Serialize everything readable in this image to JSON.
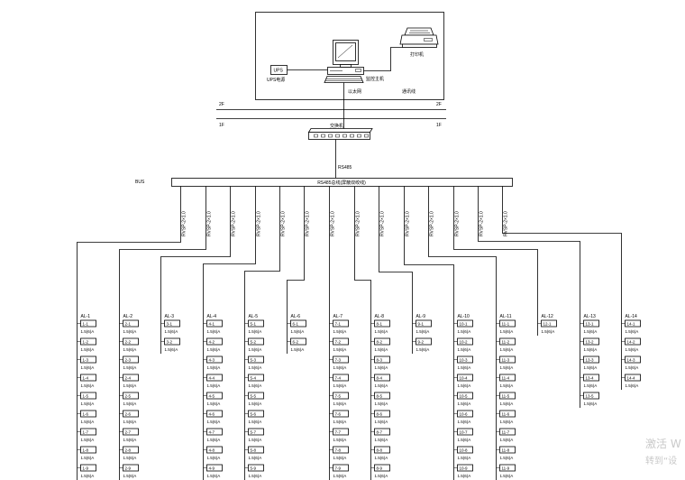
{
  "station": {
    "ups_label": "UPS",
    "ups_caption": "UPS电源",
    "pc_caption": "监控主机",
    "printer_caption": "打印机",
    "link_label": "以太网",
    "link_label_2": "通讯线"
  },
  "floors": {
    "left_upper": "2F",
    "left_lower": "1F",
    "right_upper": "2F",
    "right_lower": "1F"
  },
  "switch": {
    "label": "交换机"
  },
  "uplink": {
    "label": "RS485"
  },
  "bus": {
    "label": "RS485总线(屏蔽双绞线)",
    "side_label": "BUS"
  },
  "branches": [
    {
      "cable": "RVSP-2×1.0",
      "header": "AL-1",
      "meters": [
        {
          "id": "1-1",
          "spec": "1.5(6)A"
        },
        {
          "id": "1-2",
          "spec": "1.5(6)A"
        },
        {
          "id": "1-3",
          "spec": "1.5(6)A"
        },
        {
          "id": "1-4",
          "spec": "1.5(6)A"
        },
        {
          "id": "1-5",
          "spec": "1.5(6)A"
        },
        {
          "id": "1-6",
          "spec": "1.5(6)A"
        },
        {
          "id": "1-7",
          "spec": "1.5(6)A"
        },
        {
          "id": "1-8",
          "spec": "1.5(6)A"
        },
        {
          "id": "1-9",
          "spec": "1.5(6)A"
        }
      ]
    },
    {
      "cable": "RVSP-2×1.0",
      "header": "AL-2",
      "meters": [
        {
          "id": "2-1",
          "spec": "1.5(6)A"
        },
        {
          "id": "2-2",
          "spec": "1.5(6)A"
        },
        {
          "id": "2-3",
          "spec": "1.5(6)A"
        },
        {
          "id": "2-4",
          "spec": "1.5(6)A"
        },
        {
          "id": "2-5",
          "spec": "1.5(6)A"
        },
        {
          "id": "2-6",
          "spec": "1.5(6)A"
        },
        {
          "id": "2-7",
          "spec": "1.5(6)A"
        },
        {
          "id": "2-8",
          "spec": "1.5(6)A"
        },
        {
          "id": "2-9",
          "spec": "1.5(6)A"
        }
      ]
    },
    {
      "cable": "RVSP-2×1.0",
      "header": "AL-3",
      "meters": [
        {
          "id": "3-1",
          "spec": "1.5(6)A"
        },
        {
          "id": "3-2",
          "spec": "1.5(6)A"
        }
      ]
    },
    {
      "cable": "RVSP-2×1.0",
      "header": "AL-4",
      "meters": [
        {
          "id": "4-1",
          "spec": "1.5(6)A"
        },
        {
          "id": "4-2",
          "spec": "1.5(6)A"
        },
        {
          "id": "4-3",
          "spec": "1.5(6)A"
        },
        {
          "id": "4-4",
          "spec": "1.5(6)A"
        },
        {
          "id": "4-5",
          "spec": "1.5(6)A"
        },
        {
          "id": "4-6",
          "spec": "1.5(6)A"
        },
        {
          "id": "4-7",
          "spec": "1.5(6)A"
        },
        {
          "id": "4-8",
          "spec": "1.5(6)A"
        },
        {
          "id": "4-9",
          "spec": "1.5(6)A"
        }
      ]
    },
    {
      "cable": "RVSP-2×1.0",
      "header": "AL-5",
      "meters": [
        {
          "id": "5-1",
          "spec": "1.5(6)A"
        },
        {
          "id": "5-2",
          "spec": "1.5(6)A"
        },
        {
          "id": "5-3",
          "spec": "1.5(6)A"
        },
        {
          "id": "5-4",
          "spec": "1.5(6)A"
        },
        {
          "id": "5-5",
          "spec": "1.5(6)A"
        },
        {
          "id": "5-6",
          "spec": "1.5(6)A"
        },
        {
          "id": "5-7",
          "spec": "1.5(6)A"
        },
        {
          "id": "5-8",
          "spec": "1.5(6)A"
        },
        {
          "id": "5-9",
          "spec": "1.5(6)A"
        }
      ]
    },
    {
      "cable": "RVSP-2×1.0",
      "header": "AL-6",
      "meters": [
        {
          "id": "6-1",
          "spec": "1.5(6)A"
        },
        {
          "id": "6-2",
          "spec": "1.5(6)A"
        }
      ]
    },
    {
      "cable": "RVSP-2×1.0",
      "header": "AL-7",
      "meters": [
        {
          "id": "7-1",
          "spec": "1.5(6)A"
        },
        {
          "id": "7-2",
          "spec": "1.5(6)A"
        },
        {
          "id": "7-3",
          "spec": "1.5(6)A"
        },
        {
          "id": "7-4",
          "spec": "1.5(6)A"
        },
        {
          "id": "7-5",
          "spec": "1.5(6)A"
        },
        {
          "id": "7-6",
          "spec": "1.5(6)A"
        },
        {
          "id": "7-7",
          "spec": "1.5(6)A"
        },
        {
          "id": "7-8",
          "spec": "1.5(6)A"
        },
        {
          "id": "7-9",
          "spec": "1.5(6)A"
        }
      ]
    },
    {
      "cable": "RVSP-2×1.0",
      "header": "AL-8",
      "meters": [
        {
          "id": "8-1",
          "spec": "1.5(6)A"
        },
        {
          "id": "8-2",
          "spec": "1.5(6)A"
        },
        {
          "id": "8-3",
          "spec": "1.5(6)A"
        },
        {
          "id": "8-4",
          "spec": "1.5(6)A"
        },
        {
          "id": "8-5",
          "spec": "1.5(6)A"
        },
        {
          "id": "8-6",
          "spec": "1.5(6)A"
        },
        {
          "id": "8-7",
          "spec": "1.5(6)A"
        },
        {
          "id": "8-8",
          "spec": "1.5(6)A"
        },
        {
          "id": "8-9",
          "spec": "1.5(6)A"
        }
      ]
    },
    {
      "cable": "RVSP-2×1.0",
      "header": "AL-9",
      "meters": [
        {
          "id": "9-1",
          "spec": "1.5(6)A"
        },
        {
          "id": "9-2",
          "spec": "1.5(6)A"
        }
      ]
    },
    {
      "cable": "RVSP-2×1.0",
      "header": "AL-10",
      "meters": [
        {
          "id": "10-1",
          "spec": "1.5(6)A"
        },
        {
          "id": "10-2",
          "spec": "1.5(6)A"
        },
        {
          "id": "10-3",
          "spec": "1.5(6)A"
        },
        {
          "id": "10-4",
          "spec": "1.5(6)A"
        },
        {
          "id": "10-5",
          "spec": "1.5(6)A"
        },
        {
          "id": "10-6",
          "spec": "1.5(6)A"
        },
        {
          "id": "10-7",
          "spec": "1.5(6)A"
        },
        {
          "id": "10-8",
          "spec": "1.5(6)A"
        },
        {
          "id": "10-9",
          "spec": "1.5(6)A"
        }
      ]
    },
    {
      "cable": "RVSP-2×1.0",
      "header": "AL-11",
      "meters": [
        {
          "id": "11-1",
          "spec": "1.5(6)A"
        },
        {
          "id": "11-2",
          "spec": "1.5(6)A"
        },
        {
          "id": "11-3",
          "spec": "1.5(6)A"
        },
        {
          "id": "11-4",
          "spec": "1.5(6)A"
        },
        {
          "id": "11-5",
          "spec": "1.5(6)A"
        },
        {
          "id": "11-6",
          "spec": "1.5(6)A"
        },
        {
          "id": "11-7",
          "spec": "1.5(6)A"
        },
        {
          "id": "11-8",
          "spec": "1.5(6)A"
        },
        {
          "id": "11-9",
          "spec": "1.5(6)A"
        }
      ]
    },
    {
      "cable": "RVSP-2×1.0",
      "header": "AL-12",
      "meters": [
        {
          "id": "12-1",
          "spec": "1.5(6)A"
        }
      ]
    },
    {
      "cable": "RVSP-2×1.0",
      "header": "AL-13",
      "meters": [
        {
          "id": "13-1",
          "spec": "1.5(6)A"
        },
        {
          "id": "13-2",
          "spec": "1.5(6)A"
        },
        {
          "id": "13-3",
          "spec": "1.5(6)A"
        },
        {
          "id": "13-4",
          "spec": "1.5(6)A"
        },
        {
          "id": "13-5",
          "spec": "1.5(6)A"
        }
      ]
    },
    {
      "cable": "RVSP-2×1.0",
      "header": "AL-14",
      "meters": [
        {
          "id": "14-1",
          "spec": "1.5(6)A"
        },
        {
          "id": "14-2",
          "spec": "1.5(6)A"
        },
        {
          "id": "14-3",
          "spec": "1.5(6)A"
        },
        {
          "id": "14-4",
          "spec": "1.5(6)A"
        }
      ]
    }
  ],
  "watermark": {
    "line1": "激活 W",
    "line2": "转到“设"
  }
}
